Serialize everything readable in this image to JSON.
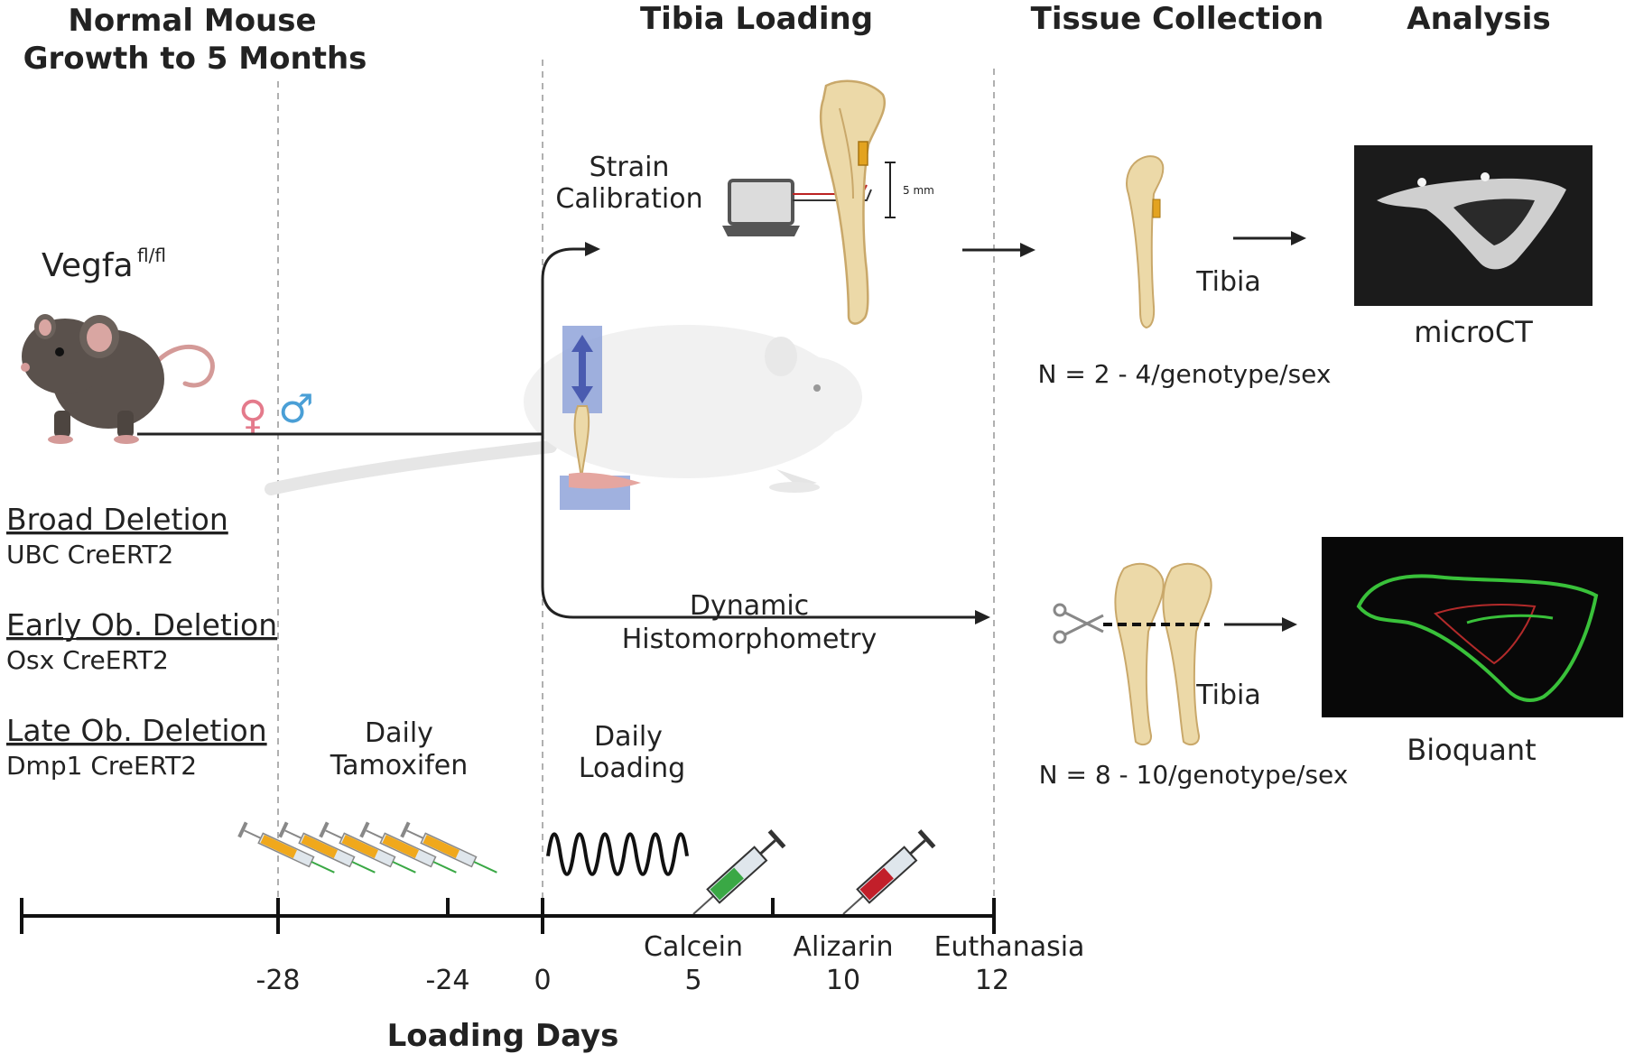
{
  "headers": {
    "col1_line1": "Normal Mouse",
    "col1_line2": "Growth to 5 Months",
    "col2": "Tibia Loading",
    "col3": "Tissue Collection",
    "col4": "Analysis"
  },
  "strain": {
    "gene": "Vegfa",
    "superscript": "fl/fl",
    "sex_symbols": {
      "female": "♀",
      "male": "♂"
    }
  },
  "deletions": [
    {
      "title": "Broad Deletion",
      "driver": "UBC CreERT2"
    },
    {
      "title": "Early Ob. Deletion",
      "driver": "Osx CreERT2"
    },
    {
      "title": "Late Ob. Deletion",
      "driver": "Dmp1 CreERT2"
    }
  ],
  "loading": {
    "strain_line1": "Strain",
    "strain_line2": "Calibration",
    "scale_label": "5 mm",
    "histo_line1": "Dynamic",
    "histo_line2": "Histomorphometry",
    "daily_tamoxifen_line1": "Daily",
    "daily_tamoxifen_line2": "Tamoxifen",
    "daily_loading_line1": "Daily",
    "daily_loading_line2": "Loading"
  },
  "collection": {
    "top_label": "Tibia",
    "top_n": "N = 2 - 4/genotype/sex",
    "bottom_label": "Tibia",
    "bottom_n": "N = 8 - 10/genotype/sex"
  },
  "analysis": {
    "top": "microCT",
    "bottom": "Bioquant"
  },
  "timeline": {
    "axis_title": "Loading Days",
    "ticks": [
      {
        "label": "-28"
      },
      {
        "label": "-24"
      },
      {
        "label": "0"
      },
      {
        "label": "5",
        "event": "Calcein"
      },
      {
        "label": "10",
        "event": "Alizarin"
      },
      {
        "label": "12",
        "event": "Euthanasia"
      }
    ]
  },
  "colors": {
    "bone": "#ecd9a8",
    "bone_outline": "#c9a86a",
    "mouse_dark": "#5a514c",
    "mouse_white": "#f1f1f1",
    "female": "#e47a8b",
    "male": "#4a9fd6",
    "loader": "#8fa3d9",
    "arrow_blue": "#4a5bb0",
    "tamoxifen": "#f0a81c",
    "calcein": "#3aa845",
    "alizarin": "#c21f2a",
    "dashed_line": "#b0b0b0"
  }
}
